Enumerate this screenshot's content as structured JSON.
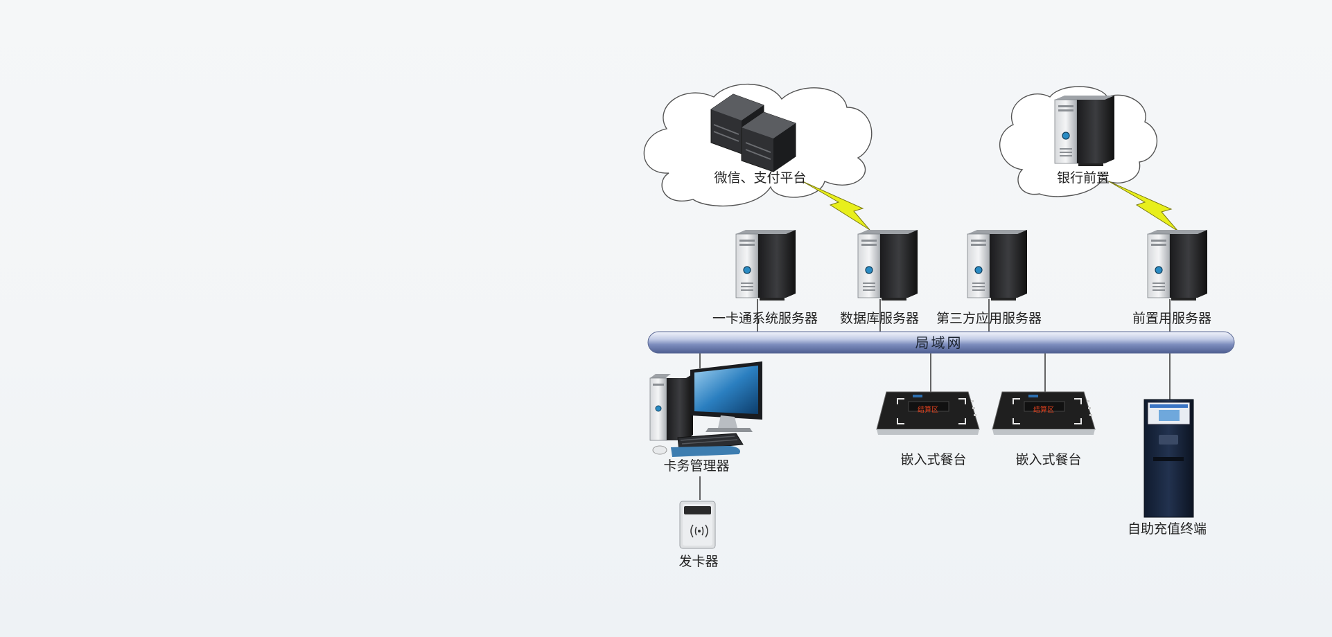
{
  "network": {
    "lan_label": "局域网"
  },
  "clouds": {
    "wechat": {
      "label": "微信、支付平台"
    },
    "bank": {
      "label": "银行前置"
    }
  },
  "servers": {
    "card_system": {
      "label": "一卡通系统服务器"
    },
    "database": {
      "label": "数据库服务器"
    },
    "third_party": {
      "label": "第三方应用服务器"
    },
    "front": {
      "label": "前置用服务器"
    }
  },
  "terminals": {
    "card_manager": {
      "label": "卡务管理器"
    },
    "card_issuer": {
      "label": "发卡器"
    },
    "dining_table_1": {
      "label": "嵌入式餐台",
      "screen_text": "结算区"
    },
    "dining_table_2": {
      "label": "嵌入式餐台",
      "screen_text": "结算区"
    },
    "self_service": {
      "label": "自助充值终端"
    }
  },
  "colors": {
    "lan_bar": "#8d9cc6",
    "lightning": "#e8ef1c",
    "cloud_stroke": "#555555"
  }
}
